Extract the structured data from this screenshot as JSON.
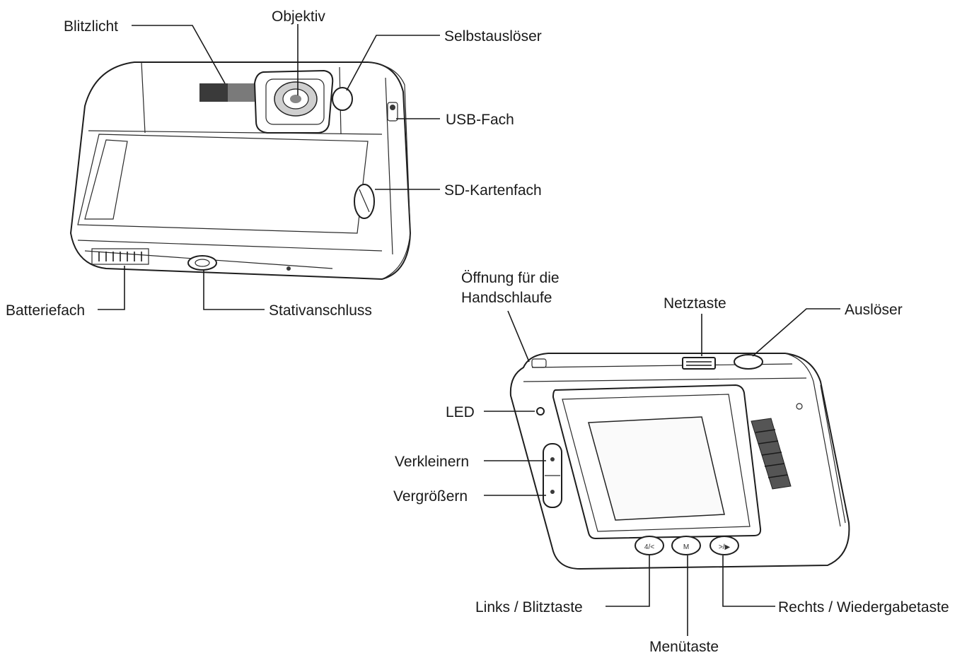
{
  "front_camera": {
    "labels": {
      "flash": "Blitzlicht",
      "lens": "Objektiv",
      "self_timer": "Selbstauslöser",
      "usb": "USB-Fach",
      "sd": "SD-Kartenfach",
      "battery": "Batteriefach",
      "tripod": "Stativanschluss"
    }
  },
  "back_camera": {
    "labels": {
      "strap_line1": "Öffnung für die",
      "strap_line2": "Handschlaufe",
      "power": "Netztaste",
      "shutter": "Auslöser",
      "led": "LED",
      "zoom_out": "Verkleinern",
      "zoom_in": "Vergrößern",
      "left_flash": "Links / Blitztaste",
      "menu": "Menütaste",
      "right_playback": "Rechts / Wiedergabetaste"
    }
  }
}
